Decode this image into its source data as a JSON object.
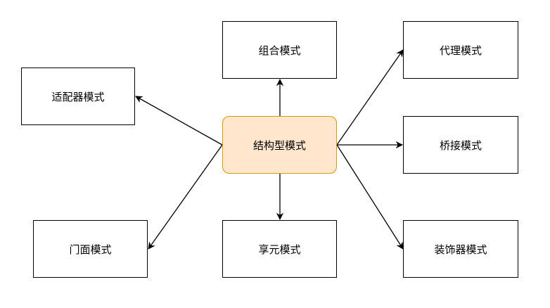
{
  "nodes": {
    "center": "结构型模式",
    "adapter": "适配器模式",
    "composite": "组合模式",
    "proxy": "代理模式",
    "bridge": "桥接模式",
    "facade": "门面模式",
    "flyweight": "享元模式",
    "decorator": "装饰器模式"
  },
  "edges": [
    {
      "from": "center",
      "to": "adapter"
    },
    {
      "from": "center",
      "to": "composite"
    },
    {
      "from": "center",
      "to": "proxy"
    },
    {
      "from": "center",
      "to": "bridge"
    },
    {
      "from": "center",
      "to": "facade"
    },
    {
      "from": "center",
      "to": "flyweight"
    },
    {
      "from": "center",
      "to": "decorator"
    }
  ],
  "colors": {
    "center_fill": "#ffe6cc",
    "center_stroke": "#d79b00",
    "node_stroke": "#000000",
    "edge": "#000000"
  }
}
